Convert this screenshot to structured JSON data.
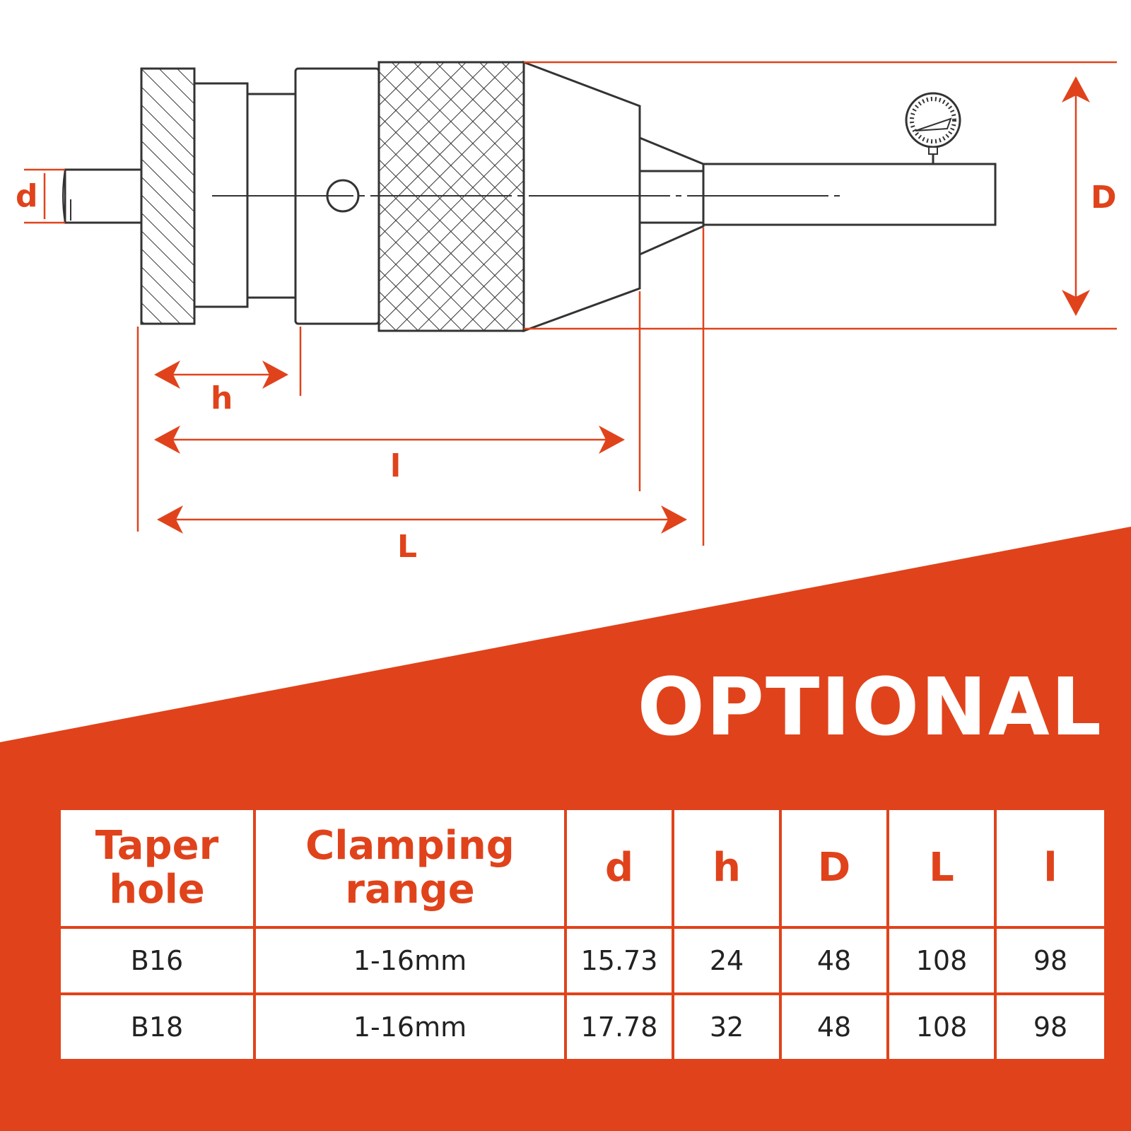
{
  "colors": {
    "accent": "#e0431b",
    "line": "#333333",
    "banner": "#e0431b",
    "text": "#222222"
  },
  "dimension_labels": {
    "d": "d",
    "h": "h",
    "l": "l",
    "L": "L",
    "D": "D"
  },
  "banner": {
    "title": "OPTIONAL"
  },
  "table": {
    "headers": [
      "Taper\nhole",
      "Clamping\nrange",
      "d",
      "h",
      "D",
      "L",
      "l"
    ],
    "rows": [
      [
        "B16",
        "1-16mm",
        "15.73",
        "24",
        "48",
        "108",
        "98"
      ],
      [
        "B18",
        "1-16mm",
        "17.78",
        "32",
        "48",
        "108",
        "98"
      ]
    ]
  }
}
